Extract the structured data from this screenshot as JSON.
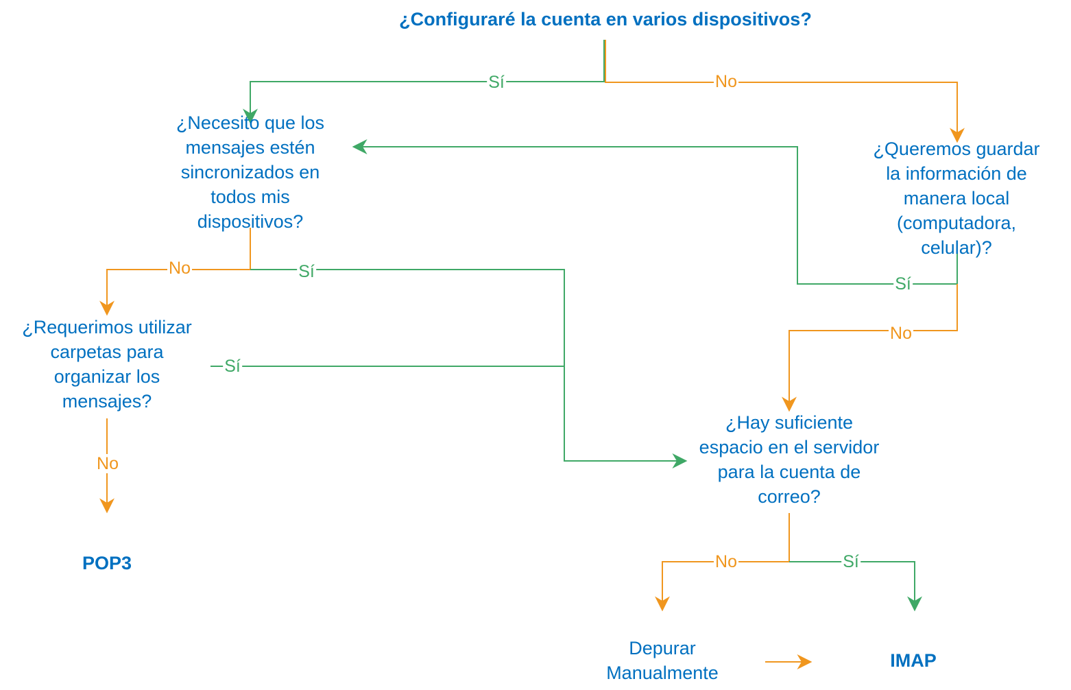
{
  "colors": {
    "text": "#0070c0",
    "yes": "#3fa866",
    "no": "#f0961e",
    "background": "#ffffff"
  },
  "nodes": {
    "q1": "¿Configuraré la cuenta en varios dispositivos?",
    "q2": [
      "¿Necesito que los",
      "mensajes estén",
      "sincronizados en",
      "todos mis",
      "dispositivos?"
    ],
    "q3": [
      "¿Queremos guardar",
      "la información de",
      "manera local",
      "(computadora,",
      "celular)?"
    ],
    "q4": [
      "¿Requerimos utilizar",
      "carpetas para",
      "organizar los",
      "mensajes?"
    ],
    "q5": [
      "¿Hay suficiente",
      "espacio en el servidor",
      "para la cuenta de",
      "correo?"
    ],
    "pop3": "POP3",
    "depurar": [
      "Depurar",
      "Manualmente"
    ],
    "imap": "IMAP"
  },
  "edge_labels": {
    "q1_yes": "Sí",
    "q1_no": "No",
    "q2_no": "No",
    "q2_yes": "Sí",
    "q3_yes": "Sí",
    "q3_no": "No",
    "q4_yes": "Sí",
    "q4_no": "No",
    "q5_no": "No",
    "q5_yes": "Sí"
  }
}
